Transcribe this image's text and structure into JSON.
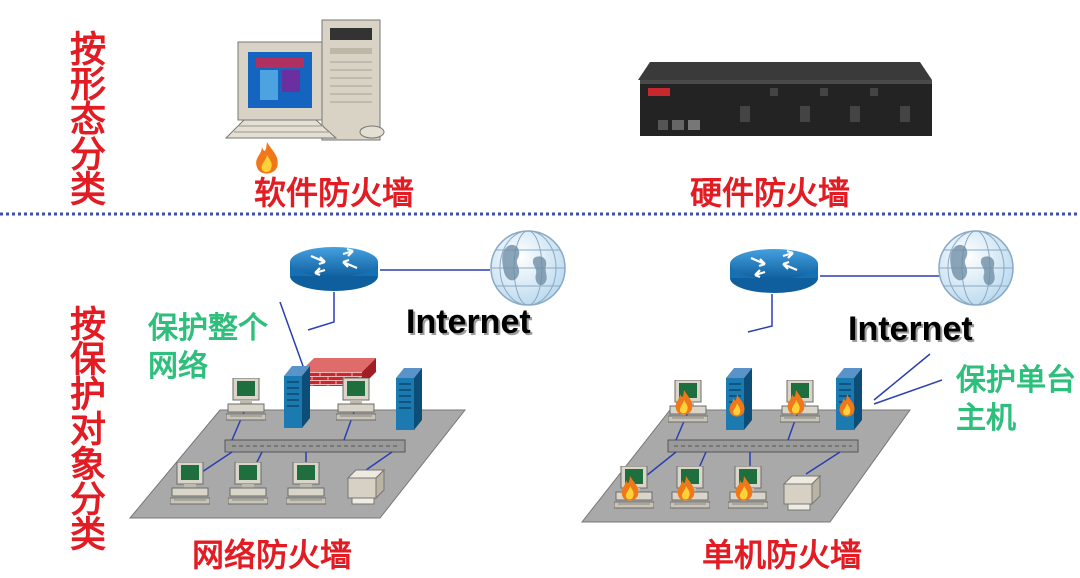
{
  "sections": {
    "by_form": {
      "label": "按形态分类",
      "items": [
        {
          "label": "软件防火墙",
          "icon": "pc-with-fire-icon"
        },
        {
          "label": "硬件防火墙",
          "icon": "rack-appliance-icon"
        }
      ]
    },
    "by_target": {
      "label": "按保护对象分类",
      "items": [
        {
          "label": "网络防火墙",
          "internet": "Internet",
          "scope": "保护整个网络"
        },
        {
          "label": "单机防火墙",
          "internet": "Internet",
          "scope": "保护单台主机"
        }
      ]
    }
  },
  "colors": {
    "title_red": "#e31b23",
    "scope_green": "#2dbf7b",
    "divider_blue": "#3b4fb0",
    "router_blue": "#1a7bc4",
    "firewall_red": "#c7282e",
    "flame_orange": "#f07818"
  }
}
